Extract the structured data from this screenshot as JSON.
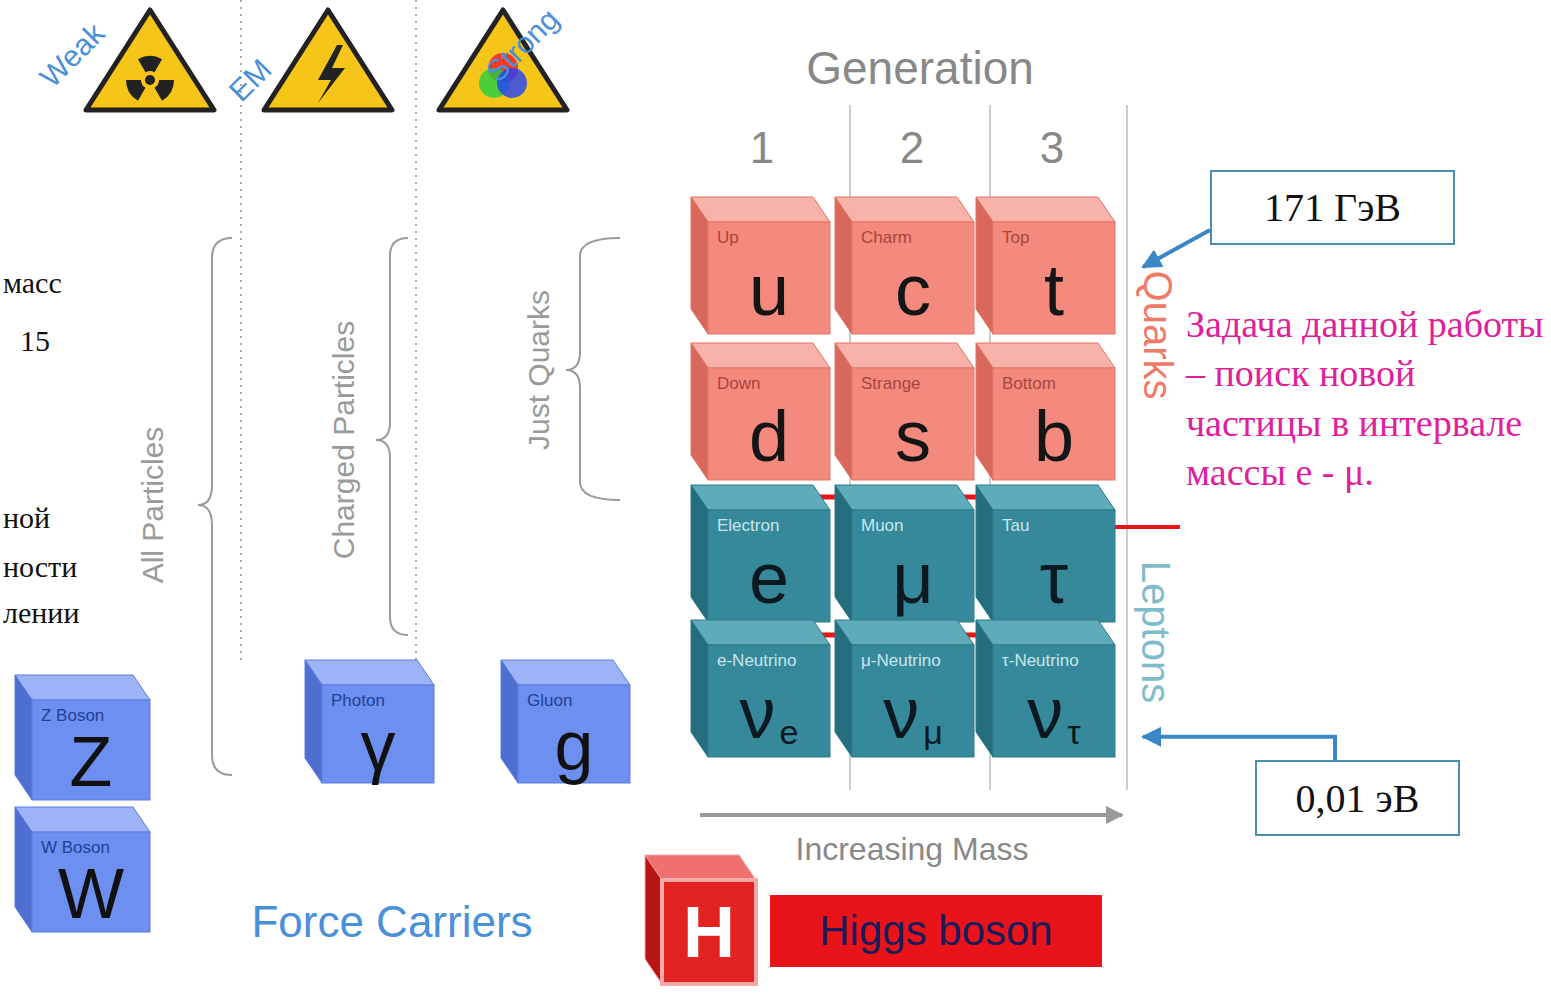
{
  "diagram": {
    "nodes": [
      {
        "text": [
          "171 ГэВ"
        ]
      },
      {
        "text": [
          "Up",
          "u"
        ]
      },
      {
        "text": [
          "Charm",
          "c"
        ]
      },
      {
        "text": [
          "Top",
          "t"
        ]
      },
      {
        "text": [
          "Down",
          "d"
        ]
      },
      {
        "text": [
          "Strange",
          "s"
        ]
      },
      {
        "text": [
          "Bottom",
          "b"
        ]
      },
      {
        "text": [
          "Electron",
          "e"
        ]
      },
      {
        "text": [
          "Muon",
          "μ"
        ]
      },
      {
        "text": [
          "Tau",
          "τ"
        ]
      },
      {
        "text": [
          "e-Neutrino",
          "ν",
          "e"
        ]
      },
      {
        "text": [
          "μ-Neutrino",
          "ν",
          "μ"
        ]
      },
      {
        "text": [
          "τ-Neutrino",
          "ν",
          "τ"
        ]
      },
      {
        "text": [
          "0,01 эВ"
        ]
      },
      {
        "text": [
          "Z Boson",
          "Z"
        ]
      },
      {
        "text": [
          "Photon",
          "γ"
        ]
      },
      {
        "text": [
          "Gluon",
          "g"
        ]
      },
      {
        "text": [
          "W Boson",
          "W"
        ]
      },
      {
        "text": [
          "H"
        ]
      },
      {
        "text": [
          "Higgs boson"
        ]
      }
    ],
    "edges": [
      {
        "from": 0,
        "to": 3,
        "arrow": "to"
      },
      {
        "from": 13,
        "to": 12,
        "arrow": "to"
      }
    ],
    "labels": [
      "Weak",
      "EM",
      "Strong",
      "Generation",
      "1",
      "2",
      "3",
      "масс",
      "15",
      "ной",
      "ности",
      "лении",
      "All Particles",
      "Charged Particles",
      "Just Quarks",
      "Quarks",
      "Leptons",
      "Задача данной работы – поиск новой частицы в интервале массы е - μ.",
      "Force Carriers",
      "Increasing Mass"
    ]
  }
}
